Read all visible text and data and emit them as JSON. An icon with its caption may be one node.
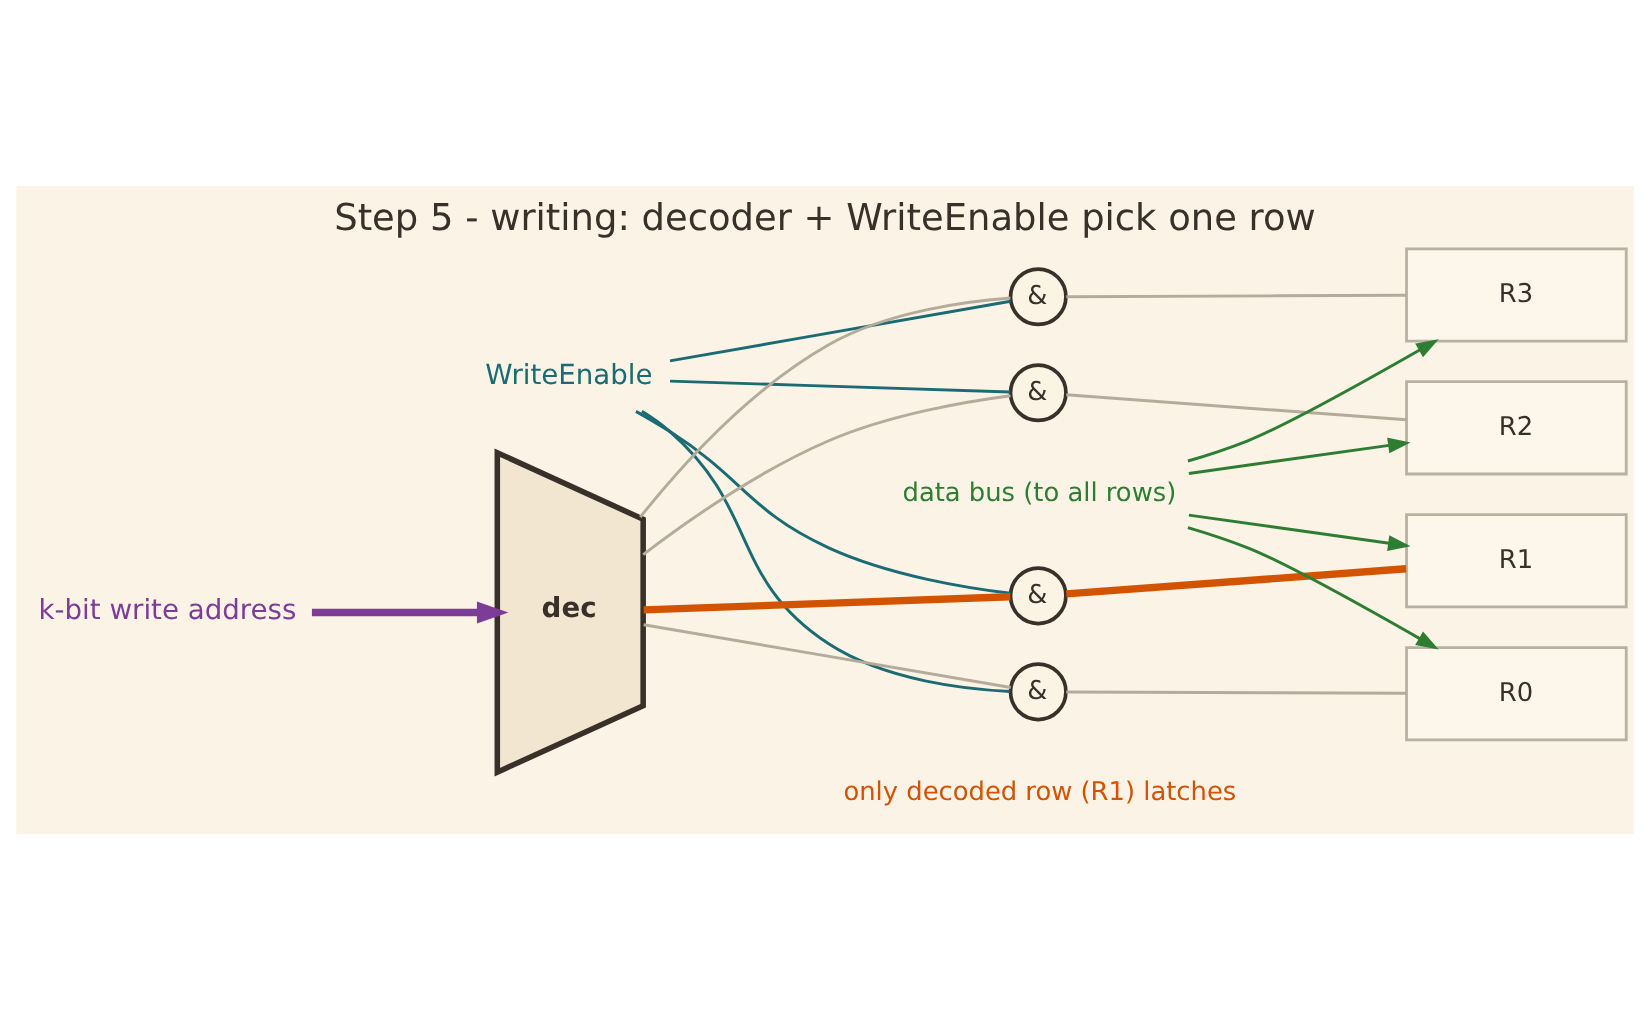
{
  "diagram": {
    "title": "Step 5 - writing: decoder + WriteEnable pick one row",
    "nodes": [
      {
        "text": [
          "dec"
        ]
      },
      {
        "text": [
          "&"
        ]
      },
      {
        "text": [
          "&"
        ]
      },
      {
        "text": [
          "&"
        ]
      },
      {
        "text": [
          "&"
        ]
      },
      {
        "text": [
          "R3"
        ]
      },
      {
        "text": [
          "R2"
        ]
      },
      {
        "text": [
          "R1"
        ]
      },
      {
        "text": [
          "R0"
        ]
      },
      {
        "text": [
          "WriteEnable"
        ]
      },
      {
        "text": [
          "k-bit write address"
        ]
      },
      {
        "text": [
          "data bus (to all rows)"
        ]
      }
    ],
    "edges": [
      {
        "from": 10,
        "to": 0,
        "arrow": "to",
        "style": "thick",
        "color": "#7d3c98"
      },
      {
        "from": 0,
        "to": 1,
        "arrow": "none"
      },
      {
        "from": 0,
        "to": 2,
        "arrow": "none"
      },
      {
        "from": 0,
        "to": 3,
        "arrow": "none",
        "style": "thick",
        "color": "#d35400"
      },
      {
        "from": 0,
        "to": 4,
        "arrow": "none"
      },
      {
        "from": 9,
        "to": 1,
        "arrow": "none",
        "color": "#1a6b73"
      },
      {
        "from": 9,
        "to": 2,
        "arrow": "none",
        "color": "#1a6b73"
      },
      {
        "from": 9,
        "to": 3,
        "arrow": "none",
        "color": "#1a6b73"
      },
      {
        "from": 9,
        "to": 4,
        "arrow": "none",
        "color": "#1a6b73"
      },
      {
        "from": 1,
        "to": 5,
        "arrow": "none"
      },
      {
        "from": 2,
        "to": 6,
        "arrow": "none"
      },
      {
        "from": 3,
        "to": 7,
        "arrow": "none",
        "style": "thick",
        "color": "#d35400"
      },
      {
        "from": 4,
        "to": 8,
        "arrow": "none"
      },
      {
        "from": 11,
        "to": 5,
        "arrow": "to",
        "color": "#2e7d32"
      },
      {
        "from": 11,
        "to": 6,
        "arrow": "to",
        "color": "#2e7d32"
      },
      {
        "from": 11,
        "to": 7,
        "arrow": "to",
        "color": "#2e7d32"
      },
      {
        "from": 11,
        "to": 8,
        "arrow": "to",
        "color": "#2e7d32"
      }
    ],
    "labels": [
      "only decoded row (R1) latches"
    ]
  }
}
